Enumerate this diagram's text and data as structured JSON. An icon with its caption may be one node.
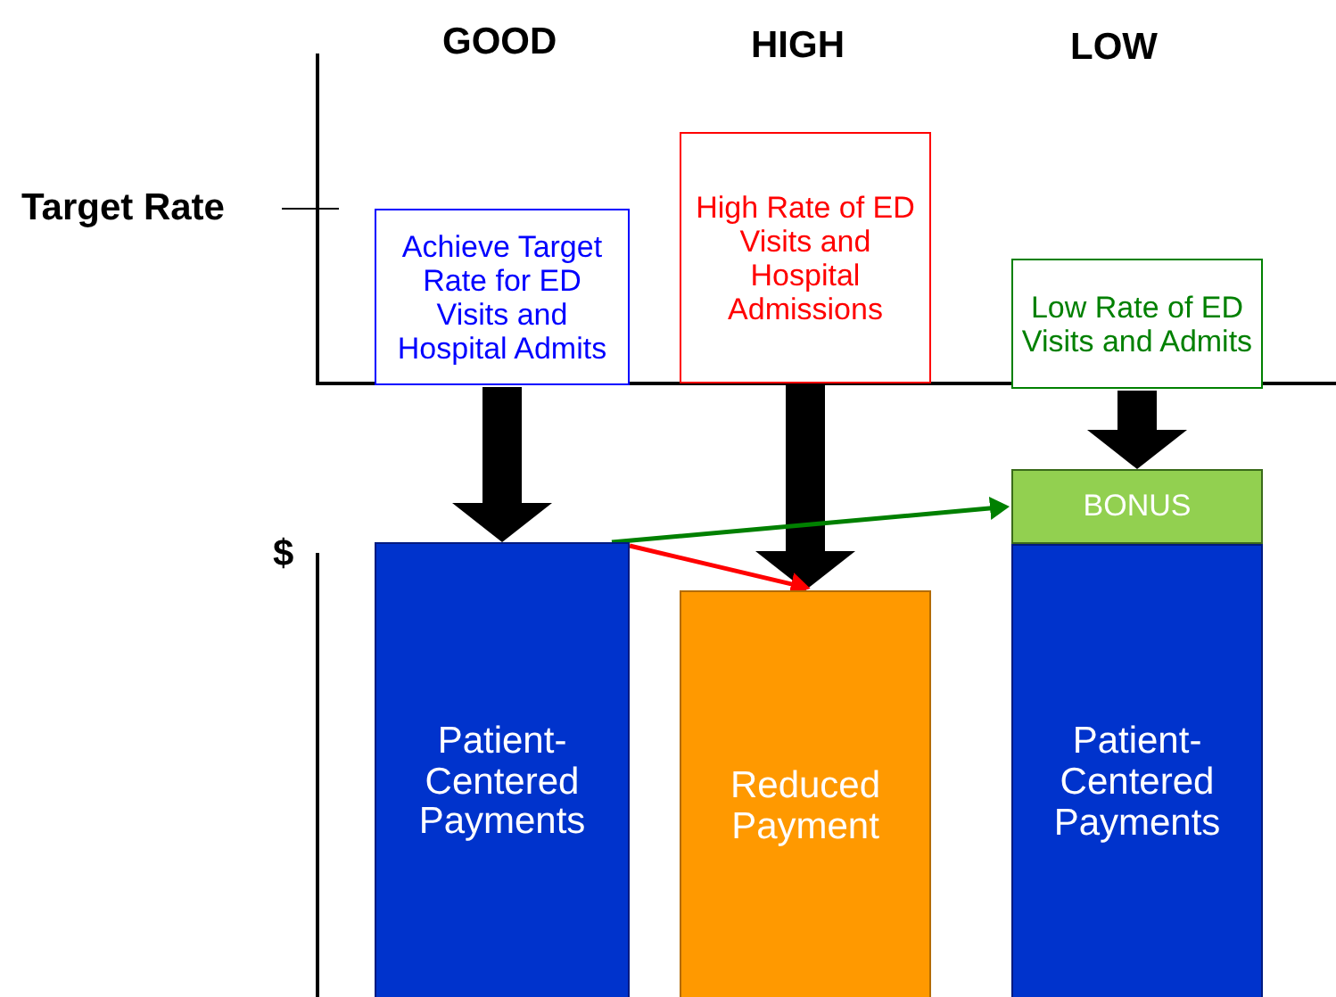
{
  "diagram": {
    "nodes": [
      {
        "text": [
          "Achieve Target Rate for ED Visits and Hospital Admits"
        ]
      },
      {
        "text": [
          "High Rate of ED Visits and Hospital Admissions"
        ]
      },
      {
        "text": [
          "Low Rate of ED Visits and Admits"
        ]
      },
      {
        "text": [
          "Patient-Centered Payments"
        ]
      },
      {
        "text": [
          "Reduced Payment"
        ]
      },
      {
        "text": [
          "BONUS"
        ]
      },
      {
        "text": [
          "Patient-Centered Payments"
        ]
      }
    ],
    "edges": [
      {
        "from": 0,
        "to": 3,
        "arrow": "to"
      },
      {
        "from": 1,
        "to": 4,
        "arrow": "to"
      },
      {
        "from": 2,
        "to": 5,
        "arrow": "to"
      },
      {
        "from": 3,
        "to": 5,
        "arrow": "to",
        "color": "#008000"
      },
      {
        "from": 3,
        "to": 4,
        "arrow": "to",
        "color": "#ff0000"
      }
    ],
    "labels": [
      "GOOD",
      "HIGH",
      "LOW",
      "Target Rate",
      "$"
    ]
  }
}
